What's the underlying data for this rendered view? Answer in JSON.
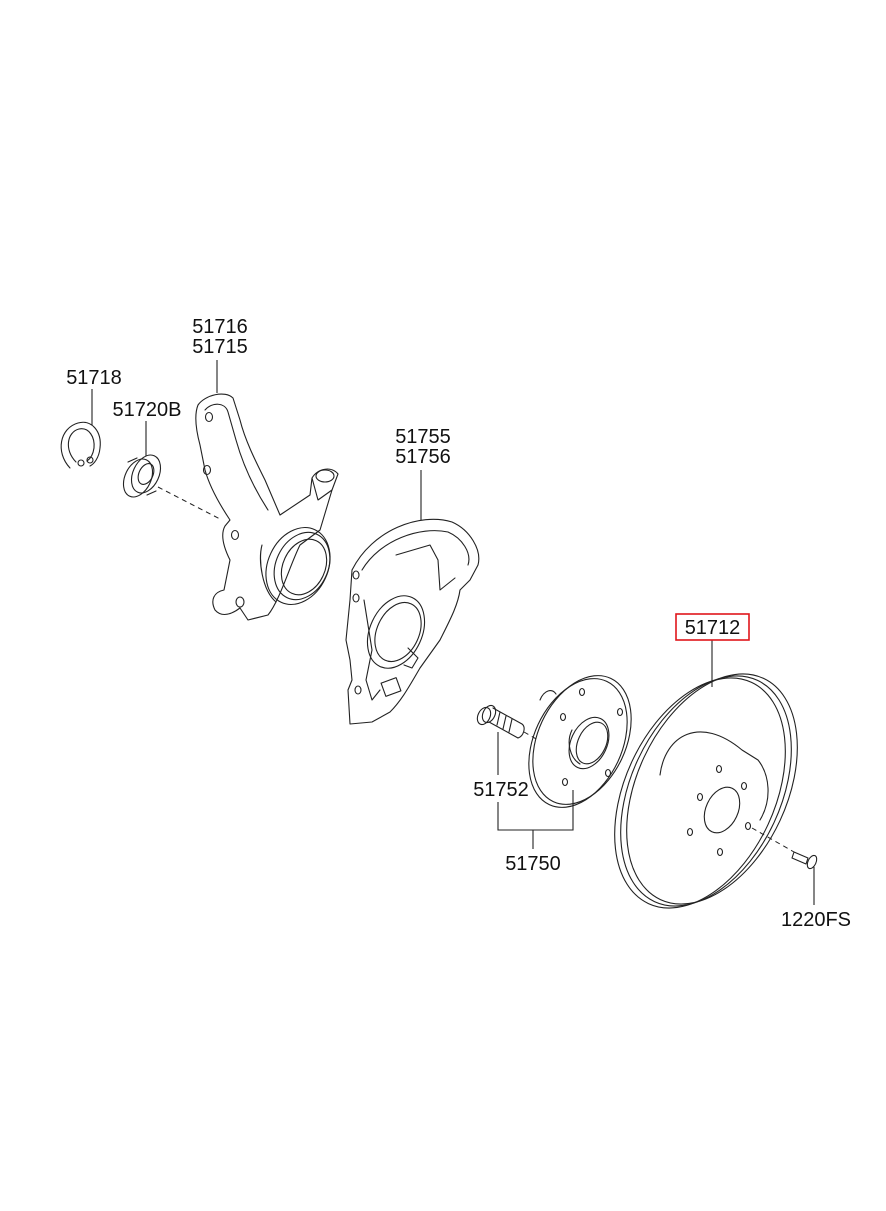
{
  "parts": {
    "knuckle": [
      "51716",
      "51715"
    ],
    "snap_ring": "51718",
    "bearing": "51720B",
    "dust_cover": [
      "51755",
      "51756"
    ],
    "disc": "51712",
    "hub_bolt": "51752",
    "hub_assembly": "51750",
    "disc_screw": "1220FS"
  },
  "highlight": {
    "part": "51712",
    "color": "#e0161b"
  }
}
